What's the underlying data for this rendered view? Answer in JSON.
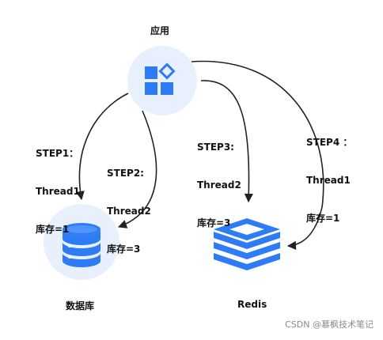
{
  "nodes": {
    "app": {
      "label": "应用"
    },
    "db": {
      "label": "数据库"
    },
    "redis": {
      "label": "Redis"
    }
  },
  "steps": [
    {
      "title": "STEP1：",
      "thread": "Thread1",
      "value": "库存=1"
    },
    {
      "title": "STEP2:",
      "thread": "Thread2",
      "value": "库存=3"
    },
    {
      "title": "STEP3:",
      "thread": "Thread2",
      "value": "库存=3"
    },
    {
      "title": "STEP4 ：",
      "thread": "Thread1",
      "value": "库存=1"
    }
  ],
  "watermark": "CSDN @慕枫技术笔记",
  "colors": {
    "node_bg": "#e8f0fe",
    "icon_blue": "#2d7cf6",
    "arrow": "#222222"
  },
  "icons": {
    "app": "app-grid-icon",
    "db": "database-icon",
    "redis": "redis-stack-icon"
  }
}
